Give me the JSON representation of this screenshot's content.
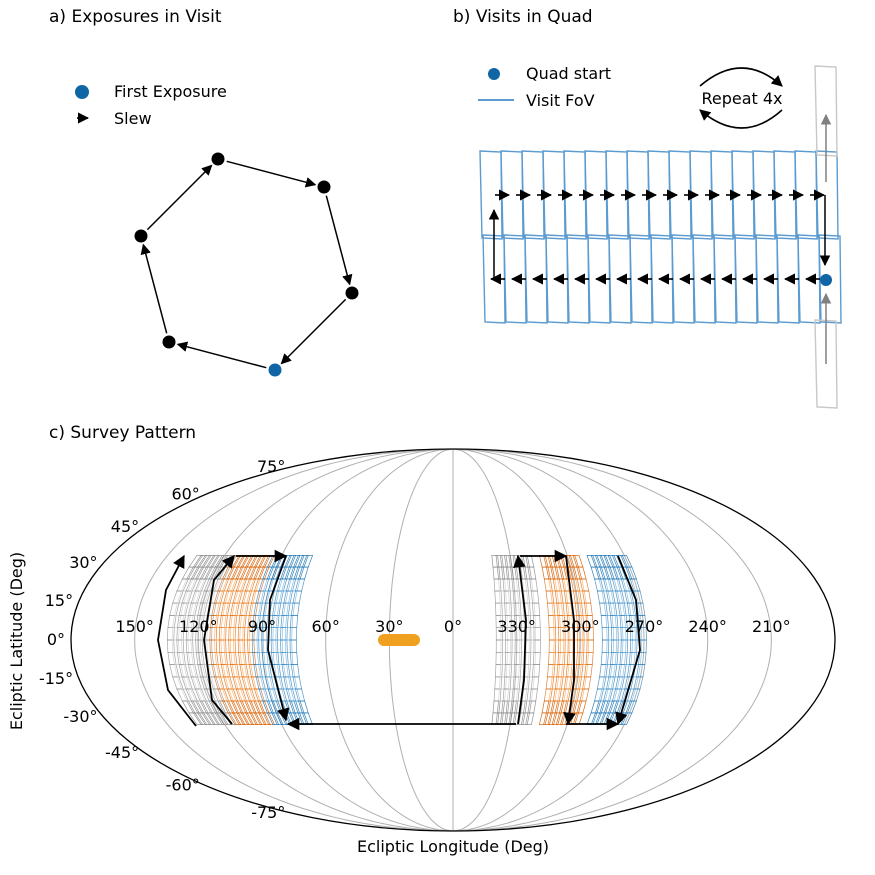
{
  "panel_a": {
    "title": "a) Exposures in Visit",
    "legend": {
      "first_exposure": "First Exposure",
      "slew": "Slew"
    },
    "first_color": "#1065a5",
    "point_color": "#000000"
  },
  "panel_b": {
    "title": "b) Visits in Quad",
    "legend": {
      "quad_start": "Quad start",
      "visit_fov": "Visit FoV"
    },
    "repeat_label": "Repeat 4x",
    "fov_color": "#5b9bd0",
    "start_color": "#1065a5",
    "inactive_color": "#c8c8c8",
    "repeat_arrow_color": "#808080"
  },
  "panel_c": {
    "title": "c) Survey Pattern",
    "xlabel": "Ecliptic Longitude (Deg)",
    "ylabel": "Ecliptic Latitude (Deg)",
    "lat_ticks": [
      "75°",
      "60°",
      "45°",
      "30°",
      "15°",
      "0°",
      "-15°",
      "-30°",
      "-45°",
      "-60°",
      "-75°"
    ],
    "lon_ticks": [
      "150°",
      "120°",
      "90°",
      "60°",
      "30°",
      "0°",
      "330°",
      "300°",
      "270°",
      "240°",
      "210°"
    ],
    "field_colors": {
      "gray_dark": "#888888",
      "gray_light": "#c8c8c8",
      "orange_dark": "#d55e00",
      "orange_light": "#ff9f40",
      "blue_dark": "#1f77b4",
      "blue_light": "#6aaee0",
      "sun_marker": "#f0a020"
    },
    "field_centers_lon": [
      125,
      105,
      85,
      330,
      305,
      280
    ],
    "lat_range": [
      -30,
      30
    ]
  }
}
